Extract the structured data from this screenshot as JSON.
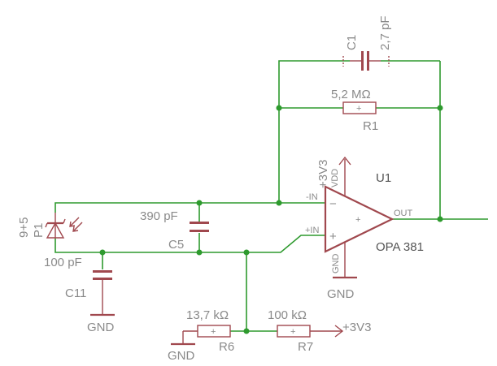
{
  "components": {
    "c1": {
      "name": "C1",
      "value": "2,7 pF"
    },
    "r1": {
      "name": "R1",
      "value": "5,2 MΩ"
    },
    "u1": {
      "name": "U1",
      "value": "OPA 381",
      "pin_inm": "-IN",
      "pin_inp": "+IN",
      "pin_out": "OUT",
      "pin_vdd": "VDD",
      "pin_gnd": "GND",
      "pin_plus": "+",
      "pin_minus": "−"
    },
    "c5": {
      "name": "C5",
      "value": "390 pF"
    },
    "p1": {
      "name": "P1",
      "value": "9+5"
    },
    "c11": {
      "name": "C11",
      "value": "100 pF"
    },
    "r6": {
      "name": "R6",
      "value": "13,7 kΩ"
    },
    "r7": {
      "name": "R7",
      "value": "100 kΩ"
    }
  },
  "supplies": {
    "vdd_top": "+3V3",
    "vdd_right": "+3V3",
    "gnd_u1": "GND",
    "gnd_c11": "GND",
    "gnd_r6": "GND"
  },
  "colors": {
    "wire": "#2e9a2e",
    "part": "#a0484e",
    "label": "#8a8a8a"
  }
}
